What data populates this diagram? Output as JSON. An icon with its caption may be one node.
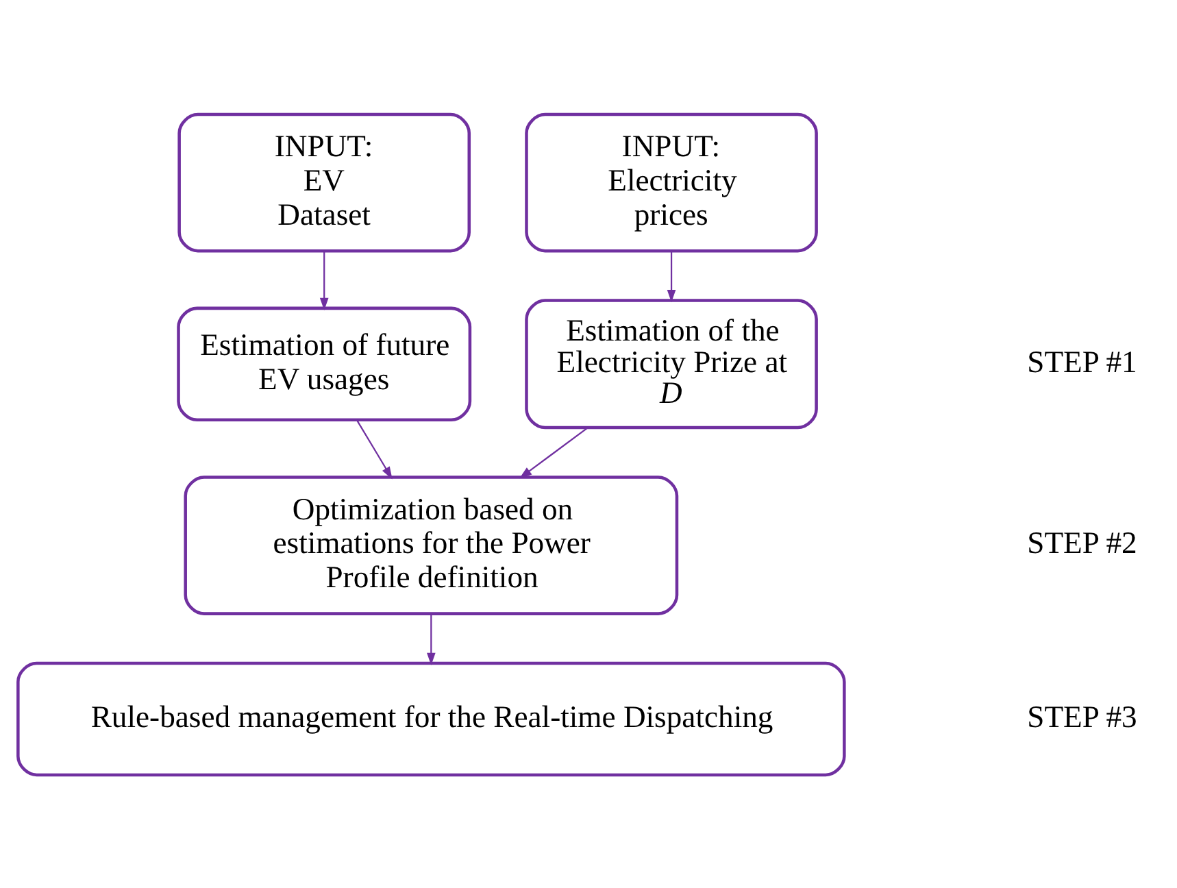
{
  "diagram": {
    "nodes": [
      {
        "text": [
          "INPUT: EV Dataset"
        ]
      },
      {
        "text": [
          "INPUT: Electricity prices"
        ]
      },
      {
        "text": [
          "Estimation of future EV usages"
        ]
      },
      {
        "text": [
          "Estimation of the Electricity Prize at *D*"
        ]
      },
      {
        "text": [
          "Optimization based on estimations for the Power Profile definition"
        ]
      },
      {
        "text": [
          "Rule-based management for the Real-time Dispatching"
        ]
      }
    ],
    "edges": [
      {
        "from": 0,
        "to": 2,
        "arrow": "to"
      },
      {
        "from": 1,
        "to": 3,
        "arrow": "to"
      },
      {
        "from": 2,
        "to": 4,
        "arrow": "to"
      },
      {
        "from": 3,
        "to": 4,
        "arrow": "to"
      },
      {
        "from": 4,
        "to": 5,
        "arrow": "to"
      }
    ],
    "labels": [
      "STEP #1",
      "STEP #2",
      "STEP #3"
    ]
  }
}
